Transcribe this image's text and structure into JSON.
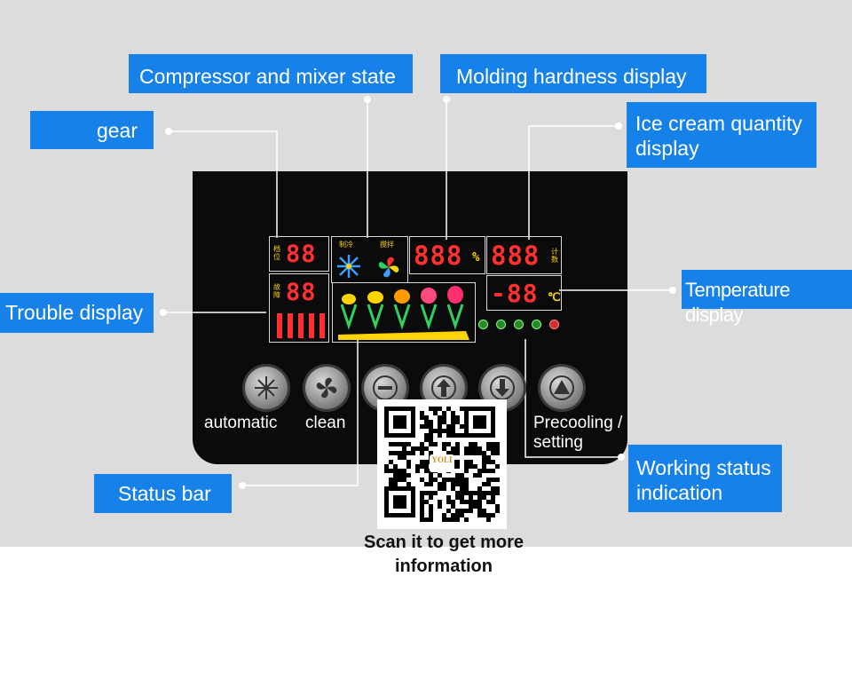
{
  "callouts": {
    "compressor": "Compressor and mixer state",
    "molding": "Molding hardness display",
    "gear": "gear",
    "icecream_qty": "Ice cream quantity display",
    "trouble": "Trouble display",
    "temperature": "Temperature display",
    "status_bar": "Status bar",
    "working_status": "Working status indication"
  },
  "displays": {
    "gear_value": "88",
    "trouble_value": "88",
    "hardness_value": "888",
    "hardness_unit": "%",
    "quantity_value": "888",
    "temperature_value": "-88",
    "temperature_unit": "℃",
    "gear_cn": "档位",
    "trouble_cn": "故障",
    "compressor_cn": "制冷",
    "mixer_cn": "搅拌",
    "quantity_cn": "计数"
  },
  "buttons": {
    "automatic": "automatic",
    "clean": "clean",
    "precooling": "Precooling / setting"
  },
  "qr": {
    "brand": "YOLI",
    "caption": "Scan it to get more information"
  },
  "colors": {
    "callout_bg": "#1681e8",
    "segment_red": "#ff3030",
    "label_yellow": "#ffd400",
    "led_green": "#2a8a2a"
  },
  "icons": [
    "snowflake-icon",
    "fan-icon",
    "minus-icon",
    "up-arrow-icon",
    "down-arrow-icon",
    "triangle-icon",
    "ice-cream-icon",
    "qr-code"
  ]
}
